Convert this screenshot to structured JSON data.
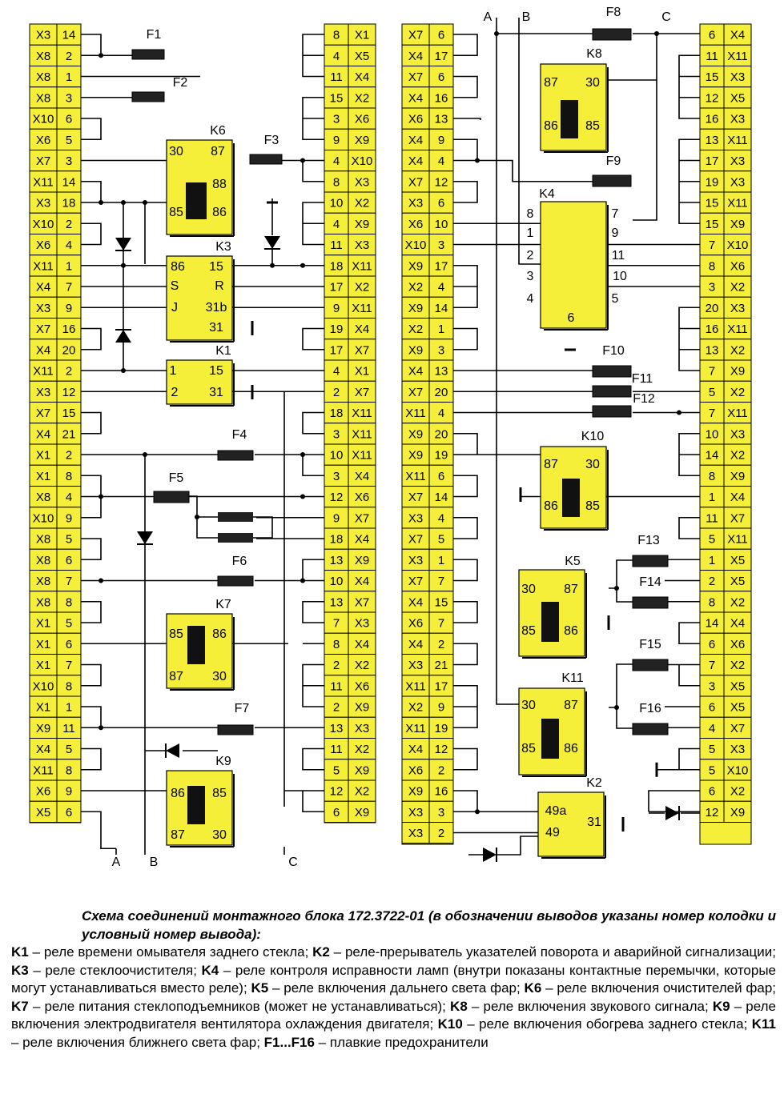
{
  "columns": [
    {
      "id": "col1",
      "rows": [
        [
          "X3",
          "14"
        ],
        [
          "X8",
          "2"
        ],
        [
          "X8",
          "1"
        ],
        [
          "X8",
          "3"
        ],
        [
          "X10",
          "6"
        ],
        [
          "X6",
          "5"
        ],
        [
          "X7",
          "3"
        ],
        [
          "X11",
          "14"
        ],
        [
          "X3",
          "18"
        ],
        [
          "X10",
          "2"
        ],
        [
          "X6",
          "4"
        ],
        [
          "X11",
          "1"
        ],
        [
          "X4",
          "7"
        ],
        [
          "X3",
          "9"
        ],
        [
          "X7",
          "16"
        ],
        [
          "X4",
          "20"
        ],
        [
          "X11",
          "2"
        ],
        [
          "X3",
          "12"
        ],
        [
          "X7",
          "15"
        ],
        [
          "X4",
          "21"
        ],
        [
          "X1",
          "2"
        ],
        [
          "X1",
          "8"
        ],
        [
          "X8",
          "4"
        ],
        [
          "X10",
          "9"
        ],
        [
          "X8",
          "5"
        ],
        [
          "X8",
          "6"
        ],
        [
          "X8",
          "7"
        ],
        [
          "X8",
          "8"
        ],
        [
          "X1",
          "5"
        ],
        [
          "X1",
          "6"
        ],
        [
          "X1",
          "7"
        ],
        [
          "X10",
          "8"
        ],
        [
          "X1",
          "1"
        ],
        [
          "X9",
          "11"
        ],
        [
          "X4",
          "5"
        ],
        [
          "X11",
          "8"
        ],
        [
          "X6",
          "9"
        ],
        [
          "X5",
          "6"
        ]
      ]
    },
    {
      "id": "col2",
      "rows": [
        [
          "8",
          "X1"
        ],
        [
          "4",
          "X5"
        ],
        [
          "11",
          "X4"
        ],
        [
          "15",
          "X2"
        ],
        [
          "3",
          "X6"
        ],
        [
          "9",
          "X9"
        ],
        [
          "4",
          "X10"
        ],
        [
          "8",
          "X3"
        ],
        [
          "10",
          "X2"
        ],
        [
          "4",
          "X9"
        ],
        [
          "11",
          "X3"
        ],
        [
          "18",
          "X11"
        ],
        [
          "17",
          "X2"
        ],
        [
          "9",
          "X11"
        ],
        [
          "19",
          "X4"
        ],
        [
          "17",
          "X7"
        ],
        [
          "4",
          "X1"
        ],
        [
          "2",
          "X7"
        ],
        [
          "18",
          "X11"
        ],
        [
          "3",
          "X11"
        ],
        [
          "10",
          "X11"
        ],
        [
          "3",
          "X4"
        ],
        [
          "12",
          "X6"
        ],
        [
          "9",
          "X7"
        ],
        [
          "18",
          "X4"
        ],
        [
          "13",
          "X9"
        ],
        [
          "10",
          "X4"
        ],
        [
          "13",
          "X7"
        ],
        [
          "7",
          "X3"
        ],
        [
          "8",
          "X4"
        ],
        [
          "2",
          "X2"
        ],
        [
          "11",
          "X6"
        ],
        [
          "2",
          "X9"
        ],
        [
          "13",
          "X3"
        ],
        [
          "11",
          "X2"
        ],
        [
          "5",
          "X9"
        ],
        [
          "12",
          "X2"
        ],
        [
          "6",
          "X9"
        ]
      ]
    },
    {
      "id": "col3",
      "rows": [
        [
          "X7",
          "6"
        ],
        [
          "X4",
          "17"
        ],
        [
          "X7",
          "6"
        ],
        [
          "X4",
          "16"
        ],
        [
          "X6",
          "13"
        ],
        [
          "X4",
          "9"
        ],
        [
          "X4",
          "4"
        ],
        [
          "X7",
          "12"
        ],
        [
          "X3",
          "6"
        ],
        [
          "X6",
          "10"
        ],
        [
          "X10",
          "3"
        ],
        [
          "X9",
          "17"
        ],
        [
          "X2",
          "4"
        ],
        [
          "X9",
          "14"
        ],
        [
          "X2",
          "1"
        ],
        [
          "X9",
          "3"
        ],
        [
          "X4",
          "13"
        ],
        [
          "X7",
          "20"
        ],
        [
          "X11",
          "4"
        ],
        [
          "X9",
          "20"
        ],
        [
          "X9",
          "19"
        ],
        [
          "X11",
          "6"
        ],
        [
          "X7",
          "14"
        ],
        [
          "X3",
          "4"
        ],
        [
          "X7",
          "5"
        ],
        [
          "X3",
          "1"
        ],
        [
          "X7",
          "7"
        ],
        [
          "X4",
          "15"
        ],
        [
          "X6",
          "7"
        ],
        [
          "X4",
          "2"
        ],
        [
          "X3",
          "21"
        ],
        [
          "X11",
          "17"
        ],
        [
          "X2",
          "9"
        ],
        [
          "X11",
          "19"
        ],
        [
          "X4",
          "12"
        ],
        [
          "X6",
          "2"
        ],
        [
          "X9",
          "16"
        ],
        [
          "X3",
          "3"
        ],
        [
          "X3",
          "2"
        ]
      ]
    },
    {
      "id": "col4",
      "rows": [
        [
          "6",
          "X4"
        ],
        [
          "11",
          "X11"
        ],
        [
          "15",
          "X3"
        ],
        [
          "12",
          "X5"
        ],
        [
          "16",
          "X3"
        ],
        [
          "13",
          "X11"
        ],
        [
          "17",
          "X3"
        ],
        [
          "19",
          "X3"
        ],
        [
          "15",
          "X11"
        ],
        [
          "15",
          "X9"
        ],
        [
          "7",
          "X10"
        ],
        [
          "8",
          "X6"
        ],
        [
          "3",
          "X2"
        ],
        [
          "20",
          "X3"
        ],
        [
          "16",
          "X11"
        ],
        [
          "13",
          "X2"
        ],
        [
          "7",
          "X9"
        ],
        [
          "5",
          "X2"
        ],
        [
          "7",
          "X11"
        ],
        [
          "10",
          "X3"
        ],
        [
          "14",
          "X2"
        ],
        [
          "8",
          "X9"
        ],
        [
          "1",
          "X4"
        ],
        [
          "11",
          "X7"
        ],
        [
          "5",
          "X11"
        ],
        [
          "1",
          "X5"
        ],
        [
          "2",
          "X5"
        ],
        [
          "8",
          "X2"
        ],
        [
          "14",
          "X4"
        ],
        [
          "6",
          "X6"
        ],
        [
          "7",
          "X2"
        ],
        [
          "3",
          "X5"
        ],
        [
          "6",
          "X5"
        ],
        [
          "4",
          "X7"
        ],
        [
          "5",
          "X3"
        ],
        [
          "5",
          "X10"
        ],
        [
          "6",
          "X2"
        ],
        [
          "12",
          "X9"
        ]
      ]
    }
  ],
  "relays": [
    {
      "id": "k6",
      "name": "K6",
      "pins": [
        "30",
        "87",
        "88",
        "85",
        "86"
      ]
    },
    {
      "id": "k3",
      "name": "K3",
      "pins": [
        "86",
        "15",
        "S",
        "R",
        "J",
        "31b",
        "31"
      ]
    },
    {
      "id": "k1",
      "name": "K1",
      "pins": [
        "1",
        "15",
        "2",
        "31"
      ]
    },
    {
      "id": "k7",
      "name": "K7",
      "pins": [
        "85",
        "86",
        "87",
        "30"
      ]
    },
    {
      "id": "k9",
      "name": "K9",
      "pins": [
        "86",
        "85",
        "87",
        "30"
      ]
    },
    {
      "id": "k8",
      "name": "K8",
      "pins": [
        "87",
        "30",
        "86",
        "85"
      ]
    },
    {
      "id": "k4",
      "name": "K4",
      "pins": [
        "8",
        "7",
        "1",
        "9",
        "2",
        "11",
        "3",
        "10",
        "4",
        "5",
        "6"
      ]
    },
    {
      "id": "k10",
      "name": "K10",
      "pins": [
        "87",
        "30",
        "86",
        "85"
      ]
    },
    {
      "id": "k5",
      "name": "K5",
      "pins": [
        "30",
        "87",
        "85",
        "86"
      ]
    },
    {
      "id": "k11",
      "name": "K11",
      "pins": [
        "30",
        "87",
        "85",
        "86"
      ]
    },
    {
      "id": "k2",
      "name": "K2",
      "pins": [
        "49a",
        "31",
        "49"
      ]
    }
  ],
  "fuses": [
    "F1",
    "F2",
    "F3",
    "F4",
    "F5",
    "F6",
    "F7",
    "F8",
    "F9",
    "F10",
    "F11",
    "F12",
    "F13",
    "F14",
    "F15",
    "F16"
  ],
  "bus_labels": {
    "a": "A",
    "b": "B",
    "c": "C"
  },
  "caption": {
    "title": "Схема соединений монтажного блока 172.3722-01 (в обозначении выводов указаны номер колодки и условный номер вывода):",
    "items": [
      {
        "key": "K1",
        "text": " – реле времени омывателя заднего стекла; "
      },
      {
        "key": "K2",
        "text": " – реле-прерыватель указателей поворота и аварийной сигнализации; "
      },
      {
        "key": "K3",
        "text": " – реле стеклоочистителя; "
      },
      {
        "key": "K4",
        "text": " – реле контроля исправности ламп (внутри показаны контактные перемычки, которые могут устанавливаться вместо реле); "
      },
      {
        "key": "K5",
        "text": " – реле включения дальнего света фар; "
      },
      {
        "key": "K6",
        "text": " – реле включения очистителей фар; "
      },
      {
        "key": "K7",
        "text": " – реле питания стеклоподъемников (может не устанавливаться); "
      },
      {
        "key": "K8",
        "text": " – реле включения звукового сигнала; "
      },
      {
        "key": "K9",
        "text": " – реле включения электродвигателя вентилятора охлаждения двигателя; "
      },
      {
        "key": "K10",
        "text": " – реле включения обогрева заднего стекла; "
      },
      {
        "key": "K11",
        "text": " – реле включения ближнего света фар; "
      },
      {
        "key": "F1...F16",
        "text": " – плавкие предохранители"
      }
    ]
  },
  "colors": {
    "terminal_fill": "#f5ef3a",
    "relay_fill": "#f5ef3a",
    "wire": "#000000",
    "fuse": "#222222"
  }
}
